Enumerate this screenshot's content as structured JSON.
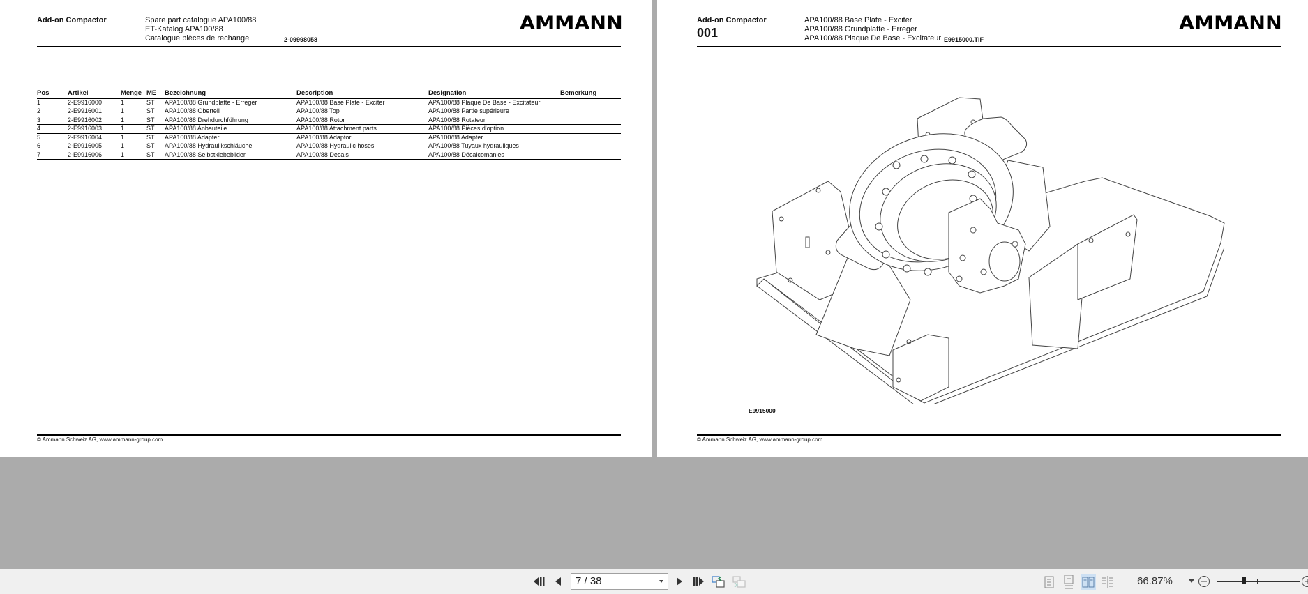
{
  "left_page": {
    "header": {
      "product": "Add-on Compactor",
      "title_lines": [
        "Spare part catalogue APA100/88",
        "ET-Katalog APA100/88",
        "Catalogue pièces de rechange"
      ],
      "doc_number": "2-09998058",
      "logo": "AMMANN"
    },
    "table": {
      "columns": [
        "Pos",
        "Artikel",
        "Menge",
        "ME",
        "Bezeichnung",
        "Description",
        "Designation",
        "Bemerkung"
      ],
      "rows": [
        {
          "pos": "1",
          "artikel": "2-E9916000",
          "menge": "1",
          "me": "ST",
          "bezeichnung": "APA100/88 Grundplatte - Erreger",
          "description": "APA100/88 Base Plate - Exciter",
          "designation": "APA100/88 Plaque De Base - Excitateur",
          "bemerkung": ""
        },
        {
          "pos": "2",
          "artikel": "2-E9916001",
          "menge": "1",
          "me": "ST",
          "bezeichnung": "APA100/88 Oberteil",
          "description": "APA100/88 Top",
          "designation": "APA100/88 Partie supérieure",
          "bemerkung": ""
        },
        {
          "pos": "3",
          "artikel": "2-E9916002",
          "menge": "1",
          "me": "ST",
          "bezeichnung": "APA100/88 Drehdurchführung",
          "description": "APA100/88 Rotor",
          "designation": "APA100/88 Rotateur",
          "bemerkung": ""
        },
        {
          "pos": "4",
          "artikel": "2-E9916003",
          "menge": "1",
          "me": "ST",
          "bezeichnung": "APA100/88 Anbauteile",
          "description": "APA100/88 Attachment parts",
          "designation": "APA100/88 Pièces d'option",
          "bemerkung": ""
        },
        {
          "pos": "5",
          "artikel": "2-E9916004",
          "menge": "1",
          "me": "ST",
          "bezeichnung": "APA100/88 Adapter",
          "description": "APA100/88 Adaptor",
          "designation": "APA100/88 Adapter",
          "bemerkung": ""
        },
        {
          "pos": "6",
          "artikel": "2-E9916005",
          "menge": "1",
          "me": "ST",
          "bezeichnung": "APA100/88 Hydraulikschläuche",
          "description": "APA100/88 Hydraulic hoses",
          "designation": "APA100/88 Tuyaux hydrauliques",
          "bemerkung": ""
        },
        {
          "pos": "7",
          "artikel": "2-E9916006",
          "menge": "1",
          "me": "ST",
          "bezeichnung": "APA100/88 Selbstklebebilder",
          "description": "APA100/88 Decals",
          "designation": "APA100/88 Décalcomanies",
          "bemerkung": ""
        }
      ]
    },
    "footer": "© Ammann Schweiz AG, www.ammann-group.com"
  },
  "right_page": {
    "header": {
      "product": "Add-on Compactor",
      "group_number": "001",
      "title_lines": [
        "APA100/88 Base Plate - Exciter",
        "APA100/88 Grundplatte - Erreger",
        "APA100/88 Plaque De Base - Excitateur"
      ],
      "image_file": "E9915000.TIF",
      "logo": "AMMANN"
    },
    "figure_code": "E9915000",
    "footer": "© Ammann Schweiz AG, www.ammann-group.com"
  },
  "toolbar": {
    "page_indicator": "7 / 38",
    "zoom_level": "66.87%",
    "buttons": {
      "first_page": "first-page",
      "prev_page": "previous-page",
      "next_page": "next-page",
      "last_page": "last-page",
      "prev_view": "previous-view",
      "next_view": "next-view"
    }
  }
}
